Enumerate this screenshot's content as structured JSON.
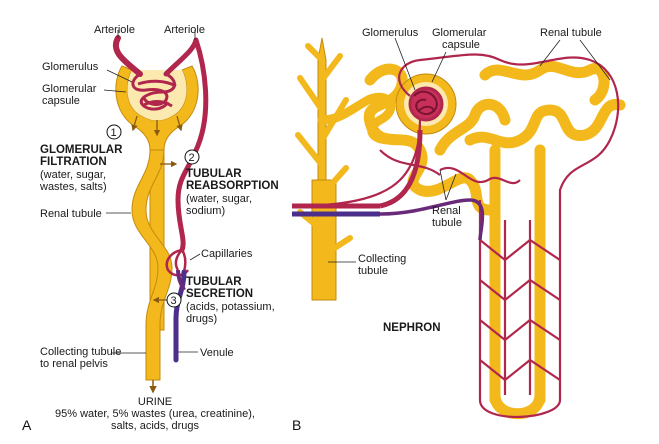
{
  "colors": {
    "tubule": "#F2B81C",
    "tubule_edge": "#C48A0E",
    "artery": "#B0264C",
    "artery_dark": "#7A1433",
    "vein": "#4B2F8A",
    "arrow": "#8A5A10"
  },
  "panel_a": {
    "letter": "A",
    "arteriole_left": "Arteriole",
    "arteriole_right": "Arteriole",
    "glomerulus": "Glomerulus",
    "glomerular_capsule_1": "Glomerular",
    "glomerular_capsule_2": "capsule",
    "step1": {
      "num": "1",
      "title1": "GLOMERULAR",
      "title2": "FILTRATION",
      "d1": "(water, sugar,",
      "d2": "wastes, salts)"
    },
    "step2": {
      "num": "2",
      "title1": "TUBULAR",
      "title2": "REABSORPTION",
      "d1": "(water, sugar,",
      "d2": "sodium)"
    },
    "step3": {
      "num": "3",
      "title1": "TUBULAR",
      "title2": "SECRETION",
      "d1": "(acids, potassium,",
      "d2": "drugs)"
    },
    "renal_tubule": "Renal tubule",
    "capillaries": "Capillaries",
    "venule": "Venule",
    "collecting_tubule_1": "Collecting tubule",
    "collecting_tubule_2": "to renal pelvis",
    "urine_title": "URINE",
    "urine_line1": "95% water, 5% wastes (urea, creatinine),",
    "urine_line2": "salts, acids, drugs"
  },
  "panel_b": {
    "letter": "B",
    "glomerulus": "Glomerulus",
    "glomerular_capsule_1": "Glomerular",
    "glomerular_capsule_2": "capsule",
    "renal_tubule_top": "Renal tubule",
    "renal_tubule_mid_1": "Renal",
    "renal_tubule_mid_2": "tubule",
    "collecting_tubule_1": "Collecting",
    "collecting_tubule_2": "tubule",
    "nephron": "NEPHRON"
  }
}
